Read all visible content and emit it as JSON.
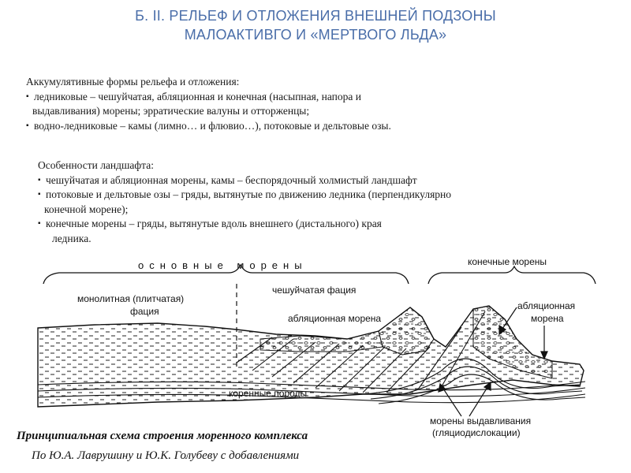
{
  "header": {
    "title_line1": "Б. II. РЕЛЬЕФ И ОТЛОЖЕНИЯ ВНЕШНЕЙ ПОДЗОНЫ",
    "title_line2": "МАЛОАКТИВГО И «МЕРТВОГО ЛЬДА»",
    "color": "#4a6ea9"
  },
  "section1": {
    "heading": "Аккумулятивные формы рельефа и отложения:",
    "item1_line1": "ледниковые – чешуйчатая, абляционная и конечная (насыпная, напора и",
    "item1_line2": "выдавливания) морены; эрратические валуны и отторженцы;",
    "item2": "водно-ледниковые – камы (лимно… и флювио…), потоковые и дельтовые озы."
  },
  "section2": {
    "heading": "Особенности ландшафта:",
    "item1": "чешуйчатая и абляционная морены, камы – беспорядочный холмистый ландшафт",
    "item2_line1": "потоковые и дельтовые озы – гряды, вытянутые по движению    ледника   (перпендикулярно",
    "item2_line2": "конечной морене);",
    "item3_line1": "конечные морены – гряды, вытянутые вдоль внешнего (дистального) края",
    "item3_line2": "ледника."
  },
  "diagram": {
    "label_osnovnye": "основные морены",
    "label_konechnye": "конечные морены",
    "label_monolit_1": "монолитная (плитчатая)",
    "label_monolit_2": "фация",
    "label_cheshuy": "чешуйчатая фация",
    "label_ablyats_mid": "абляционная морена",
    "label_ablyats_right_1": "абляционная",
    "label_ablyats_right_2": "морена",
    "label_korennye": "коренные породы",
    "label_vydavl_1": "морены выдавливания",
    "label_vydavl_2": "(гляциодислокации)"
  },
  "caption": {
    "main": "Принципиальная схема строения моренного комплекса",
    "sub": "По Ю.А. Лаврушину и Ю.К. Голубеву с добавлениями"
  }
}
